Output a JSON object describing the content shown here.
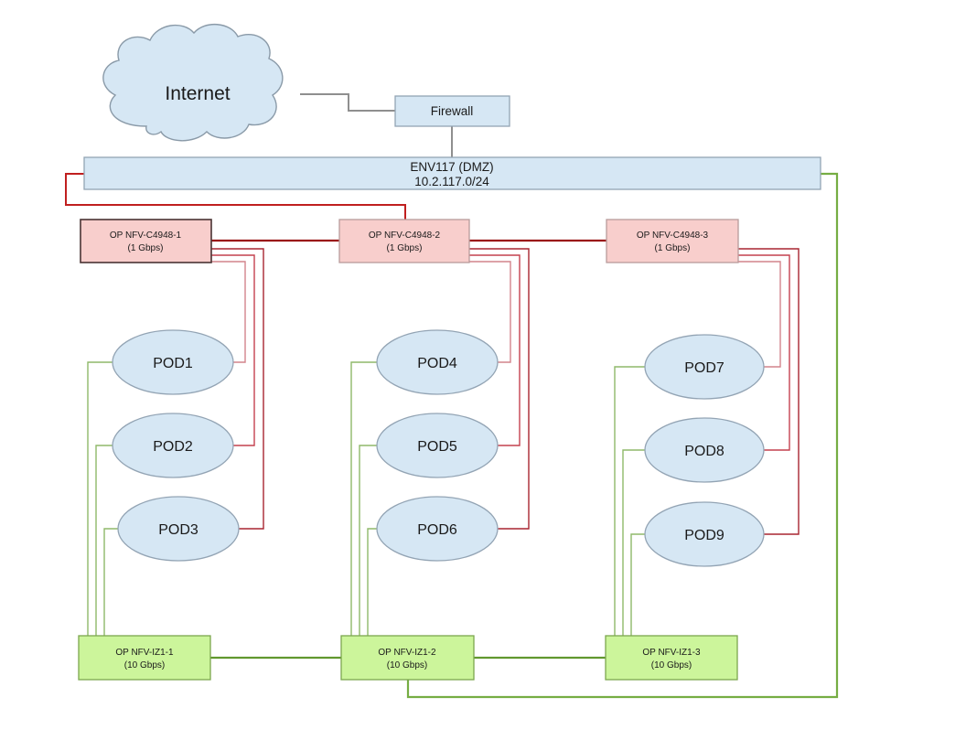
{
  "colors": {
    "text_color": "#1a1a1a",
    "shape_blue_fill": "#d6e7f4",
    "shape_blue_stroke": "#93a4b4",
    "cloud_stroke": "#8a9aa8",
    "pink_fill": "#f8cecc",
    "pink_stroke": "#b89c9c",
    "pink_stroke_primary": "#4a3434",
    "green_fill": "#ccf59b",
    "green_stroke": "#7ca64f",
    "gray_line": "#8f8f8f",
    "red_trunk": "#9a1414",
    "red_route": "#c01f1f",
    "red_link_dark": "#a82531",
    "red_link_mid": "#c4414f",
    "red_link_light": "#d2848c",
    "green_link": "#8fb96a",
    "green_trunk": "#61982f",
    "green_loop": "#76ad43"
  },
  "diagram": {
    "internet_label": "Internet",
    "firewall_label": "Firewall",
    "dmz_bar": {
      "name": "ENV117 (DMZ)",
      "subnet": "10.2.117.0/24"
    },
    "access_switches": [
      {
        "name": "OP NFV-C4948-1",
        "speed": "(1 Gbps)"
      },
      {
        "name": "OP NFV-C4948-2",
        "speed": "(1 Gbps)"
      },
      {
        "name": "OP NFV-C4948-3",
        "speed": "(1 Gbps)"
      }
    ],
    "pods": [
      {
        "label": "POD1"
      },
      {
        "label": "POD2"
      },
      {
        "label": "POD3"
      },
      {
        "label": "POD4"
      },
      {
        "label": "POD5"
      },
      {
        "label": "POD6"
      },
      {
        "label": "POD7"
      },
      {
        "label": "POD8"
      },
      {
        "label": "POD9"
      }
    ],
    "core_switches": [
      {
        "name": "OP NFV-IZ1-1",
        "speed": "(10 Gbps)"
      },
      {
        "name": "OP NFV-IZ1-2",
        "speed": "(10 Gbps)"
      },
      {
        "name": "OP NFV-IZ1-3",
        "speed": "(10 Gbps)"
      }
    ]
  }
}
